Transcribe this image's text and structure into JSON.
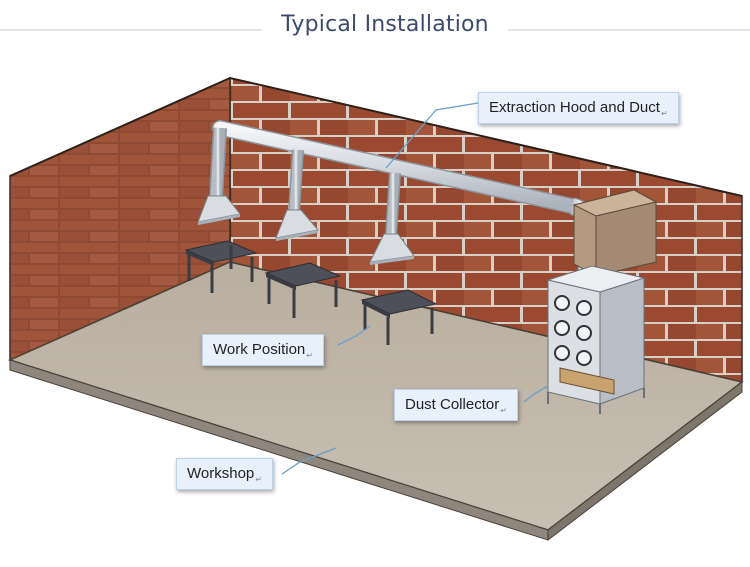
{
  "title": "Typical Installation",
  "callouts": {
    "hood_duct": "Extraction Hood and Duct",
    "work_position": "Work Position",
    "dust_collector": "Dust Collector",
    "workshop": "Workshop"
  },
  "colors": {
    "title": "#3c4a6c",
    "brick": "#9a4c33",
    "floor": "#bcb2a4",
    "duct": "#dfe3e8",
    "leader": "#6aa0c9",
    "callout_bg": "#e8f1fb"
  }
}
